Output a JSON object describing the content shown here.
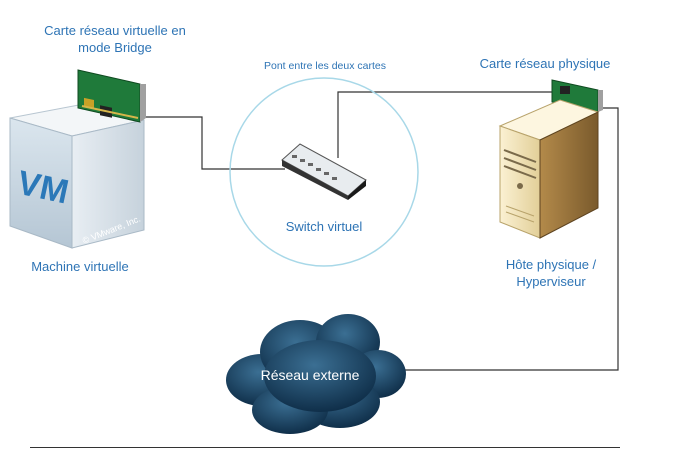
{
  "labels": {
    "virtual_nic": "Carte réseau virtuelle en mode Bridge",
    "bridge": "Pont entre les deux cartes",
    "physical_nic": "Carte réseau physique",
    "virtual_switch": "Switch virtuel",
    "virtual_machine": "Machine virtuelle",
    "host": "Hôte physique / Hyperviseur",
    "external_network": "Réseau externe",
    "vm_badge": "VM",
    "vmware_mark": "© VMware, Inc."
  },
  "colors": {
    "label_text": "#2e74b5",
    "line": "#333333",
    "circle": "#a8d8e8",
    "cloud": "#123a5a"
  }
}
